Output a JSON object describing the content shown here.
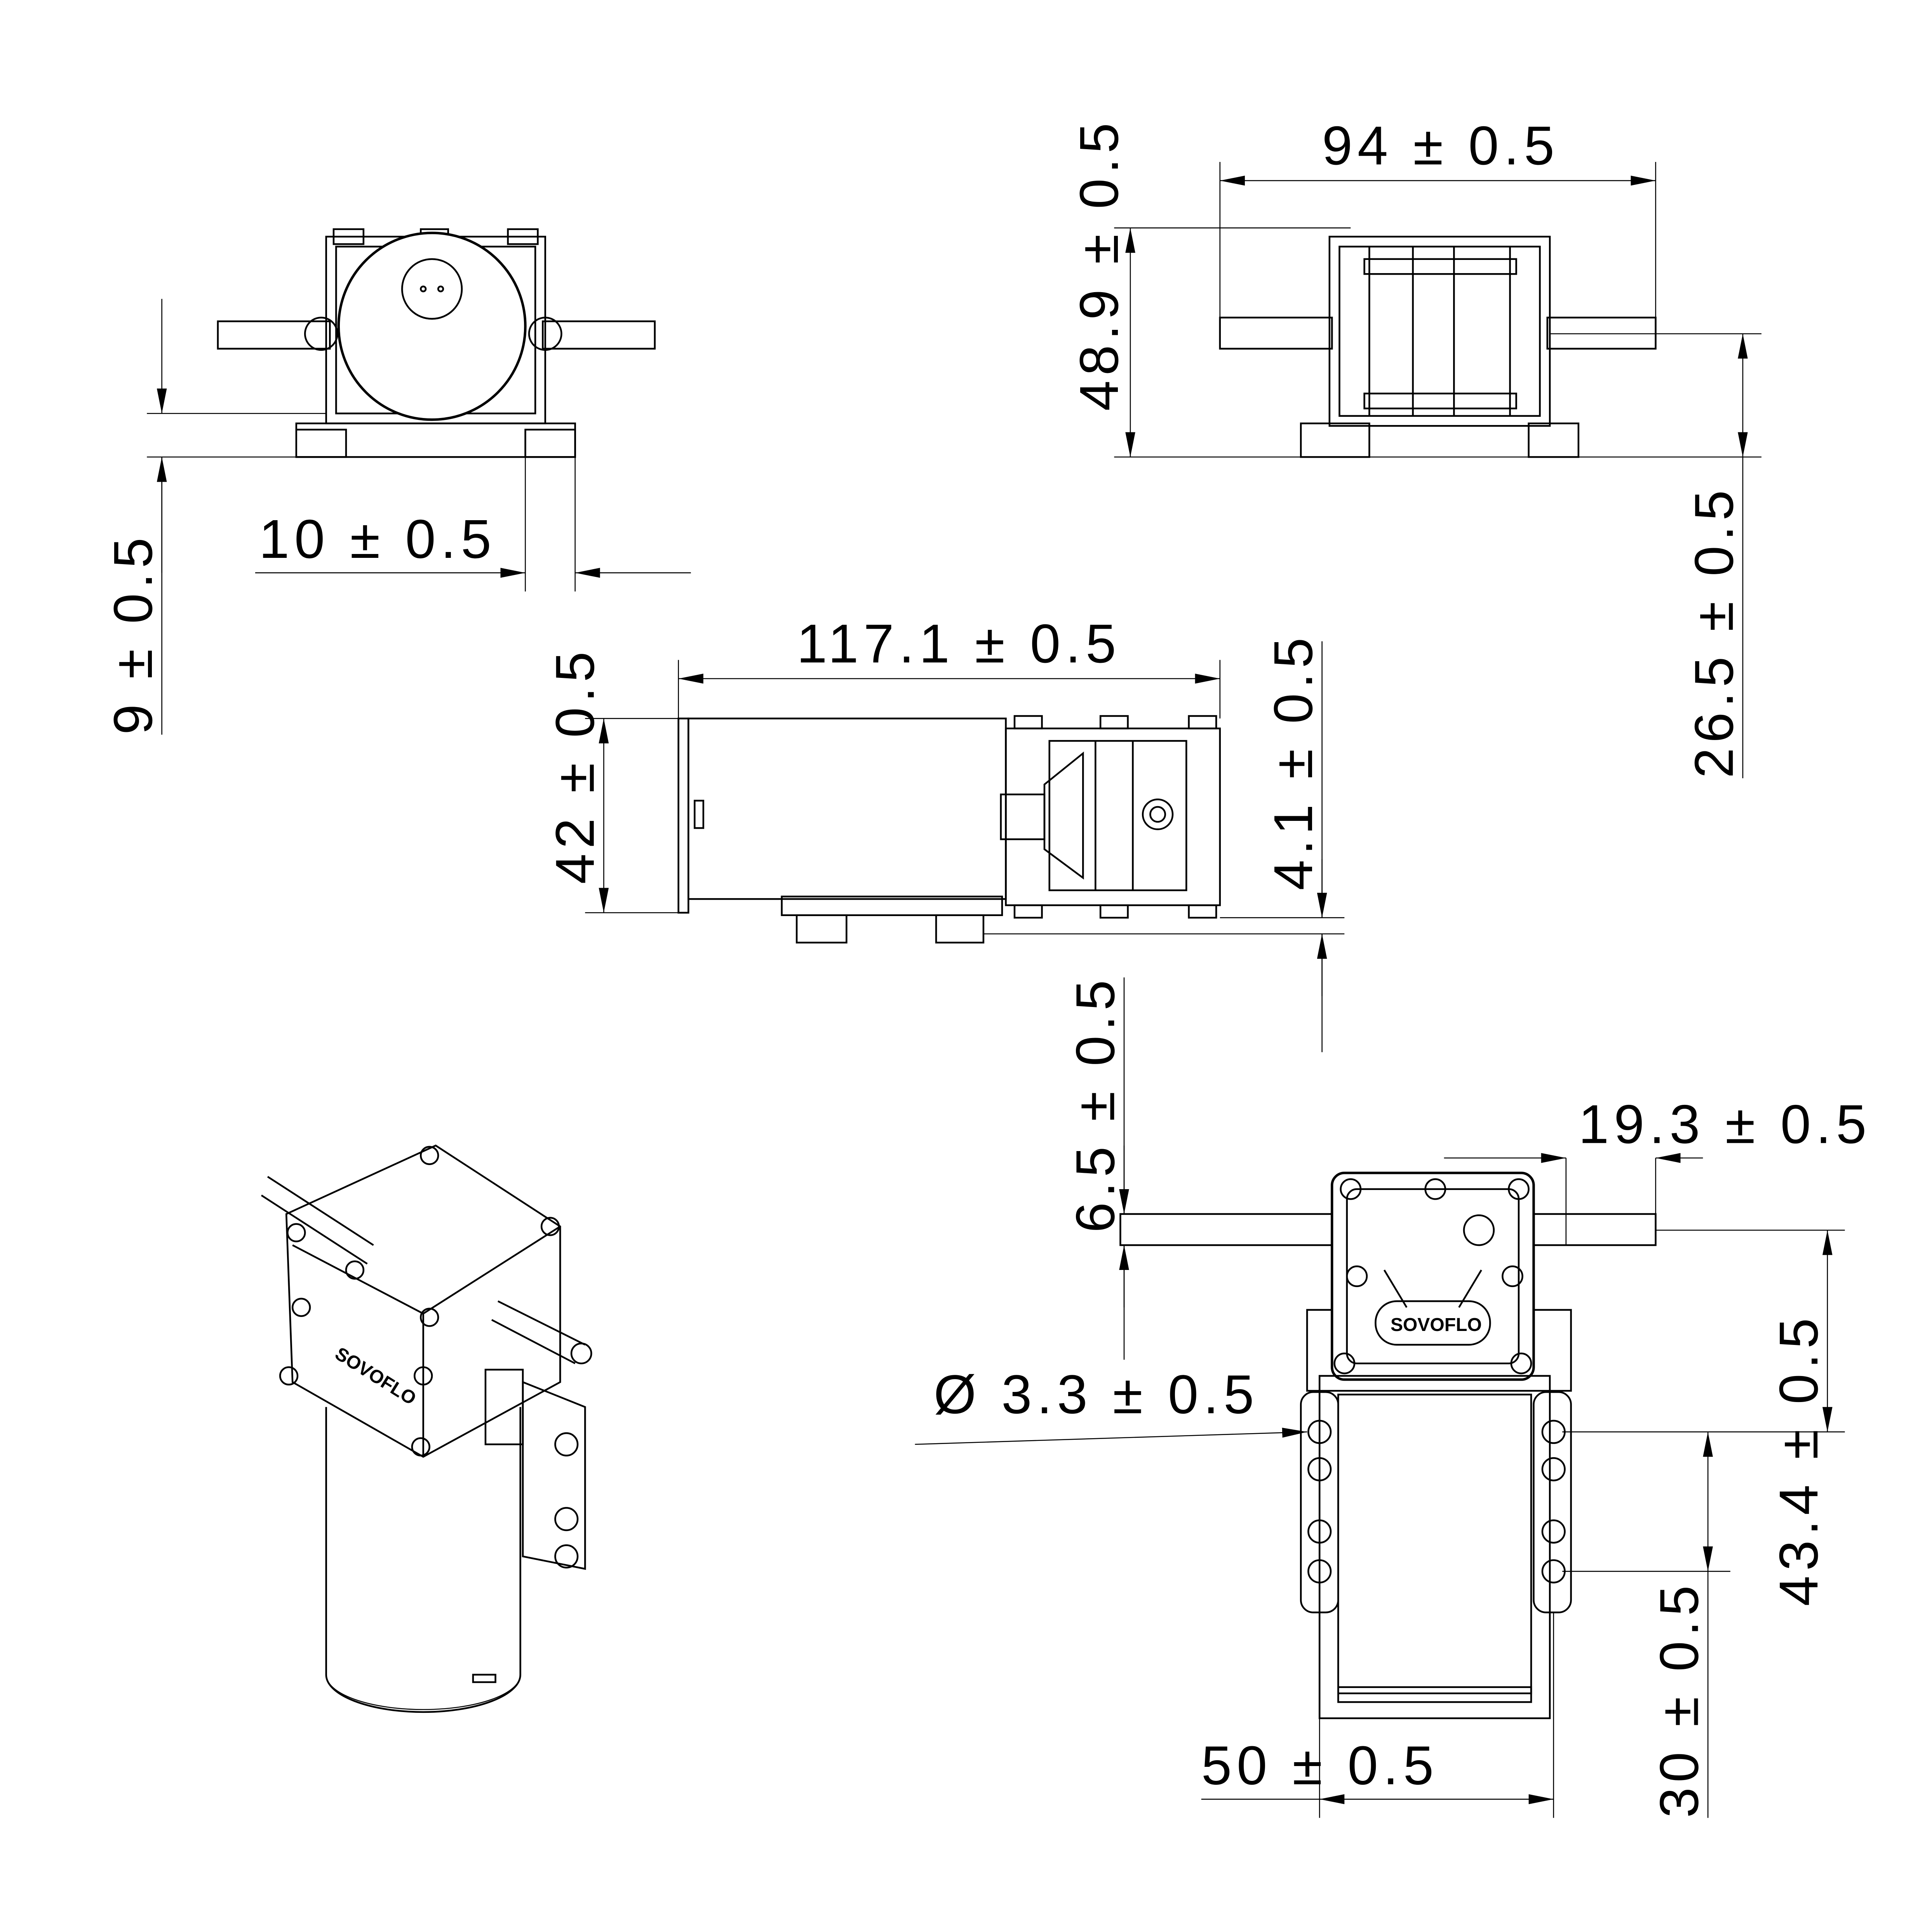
{
  "title": "SOVOFLO pump dimension drawing",
  "brand_logo": "SOVOFLO",
  "dimensions": {
    "top_right_width": "94 ± 0.5",
    "top_right_height": "48.9 ± 0.5",
    "top_right_pipe_height": "26.5 ± 0.5",
    "front_base_height": "9 ± 0.5",
    "front_foot_width": "10 ± 0.5",
    "side_length": "117.1 ± 0.5",
    "side_height": "42 ± 0.5",
    "side_offset": "4.1 ± 0.5",
    "bottom_pipe_offset": "6.5 ± 0.5",
    "bottom_pipe_length": "19.3 ± 0.5",
    "bottom_hole_diameter": "Ø 3.3 ± 0.5",
    "bottom_pipe_to_hole": "43.4 ± 0.5",
    "bottom_hole_spacing": "30 ± 0.5",
    "bottom_width": "50 ± 0.5"
  }
}
